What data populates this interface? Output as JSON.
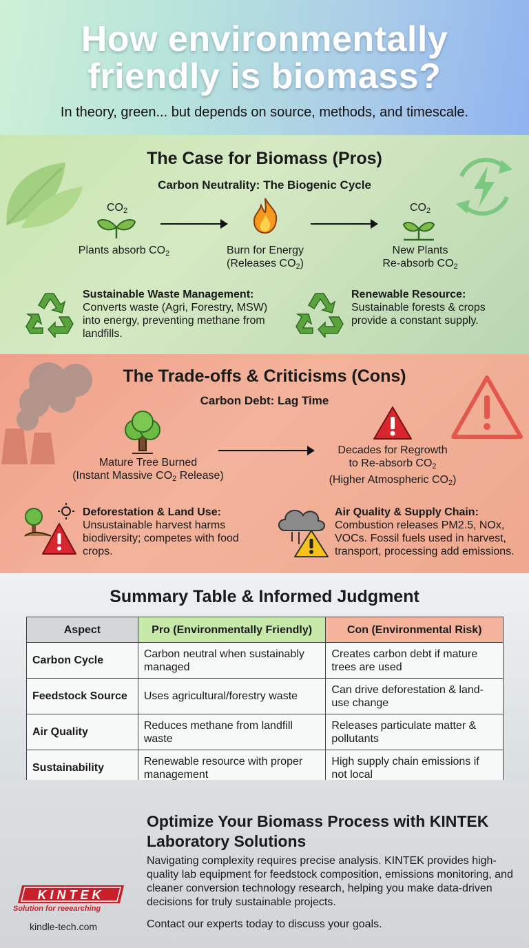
{
  "header": {
    "title_line1": "How environmentally",
    "title_line2": "friendly is biomass?",
    "subtitle": "In theory, green... but depends on source, methods, and timescale."
  },
  "pros": {
    "title": "The Case for Biomass (Pros)",
    "subtitle": "Carbon Neutrality: The Biogenic Cycle",
    "cycle": [
      {
        "top": "CO",
        "sub": "2",
        "label": "Plants absorb CO",
        "label_sub": "2"
      },
      {
        "label1": "Burn for Energy",
        "label2": "(Releases CO",
        "label2_sub": "2",
        "label2_end": ")"
      },
      {
        "top": "CO",
        "sub": "2",
        "label1": "New Plants",
        "label2": "Re-absorb CO",
        "label2_sub": "2"
      }
    ],
    "features": [
      {
        "title": "Sustainable Waste Management:",
        "body": "Converts waste (Agri, Forestry, MSW) into energy, preventing methane from landfills."
      },
      {
        "title": "Renewable Resource:",
        "body": "Sustainable forests & crops provide a constant supply."
      }
    ]
  },
  "cons": {
    "title": "The Trade-offs & Criticisms (Cons)",
    "subtitle": "Carbon Debt: Lag Time",
    "left_label1": "Mature Tree Burned",
    "left_label2": "(Instant Massive CO",
    "left_label2_sub": "2",
    "left_label2_end": " Release)",
    "right_label1": "Decades for Regrowth",
    "right_label2": "to Re-absorb CO",
    "right_label2_sub": "2",
    "right_label3": "(Higher Atmospheric CO",
    "right_label3_sub": "2",
    "right_label3_end": ")",
    "features": [
      {
        "title": "Deforestation & Land Use:",
        "body": "Unsustainable harvest harms biodiversity; competes with food crops."
      },
      {
        "title": "Air Quality & Supply Chain:",
        "body": "Combustion releases PM2.5, NOx, VOCs. Fossil fuels used in harvest, transport, processing add emissions."
      }
    ]
  },
  "summary": {
    "title": "Summary Table & Informed Judgment",
    "headers": [
      "Aspect",
      "Pro (Environmentally Friendly)",
      "Con (Environmental Risk)"
    ],
    "rows": [
      [
        "Carbon Cycle",
        "Carbon neutral when sustainably managed",
        "Creates carbon debt if mature trees are used"
      ],
      [
        "Feedstock Source",
        "Uses agricultural/forestry waste",
        "Can drive deforestation & land-use change"
      ],
      [
        "Air Quality",
        "Reduces methane from landfill waste",
        "Releases particulate matter & pollutants"
      ],
      [
        "Sustainability",
        "Renewable resource with proper management",
        "High supply chain emissions if not local"
      ]
    ]
  },
  "footer": {
    "cta_title": "Optimize Your Biomass Process with KINTEK Laboratory Solutions",
    "cta_body": "Navigating complexity requires precise analysis. KINTEK provides high-quality lab equipment for feedstock composition, emissions monitoring, and cleaner conversion technology research, helping you make data-driven decisions for truly sustainable projects.",
    "cta_contact": "Contact our experts today to discuss your goals.",
    "logo_text": "KINTEK",
    "logo_tagline": "Solution for reeearching",
    "url": "kindle-tech.com"
  },
  "colors": {
    "pros_bg": "#c9e6b0",
    "cons_bg": "#f0a08a",
    "recycle_green": "#5aa33c",
    "warning_red": "#d7262d",
    "brand_red": "#c8202a"
  },
  "icons": [
    "leaves-icon",
    "energy-cycle-icon",
    "sprout-icon",
    "flame-icon",
    "recycle-icon",
    "smokestack-icon",
    "warning-icon",
    "tree-icon",
    "sun-icon",
    "cloud-icon"
  ]
}
